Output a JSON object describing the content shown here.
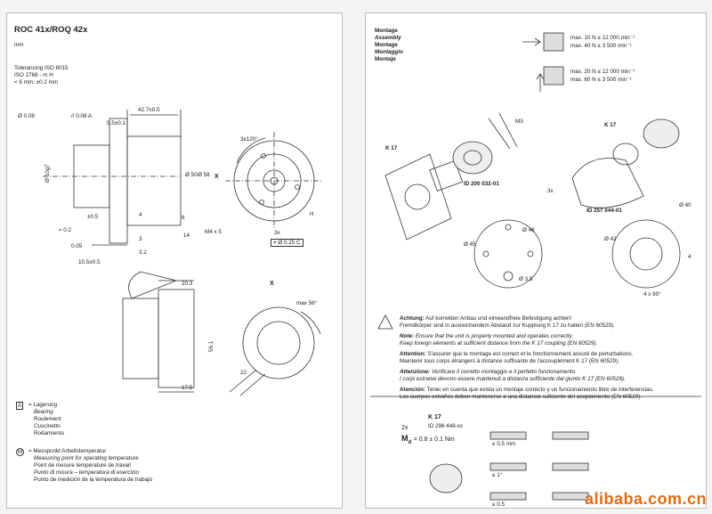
{
  "left": {
    "title": "ROC 41x/ROQ 42x",
    "unit": "mm",
    "tolerance": [
      "Tolerancing ISO 8015",
      "ISO 2768 - m H",
      "< 6 mm: ±0.2 mm"
    ],
    "dims_front": {
      "fc": "Ø 0.08",
      "parallel": "// 0.08 A",
      "d427": "42.7±0.5",
      "d95": "9.5±0.1",
      "dia10": "Ø 10g7",
      "d4": "4",
      "d3": "3",
      "d3b": "3.2",
      "d105": "10.5±0.5",
      "flat": "0.05",
      "tol": "±0.5",
      "grp": "≈ 0.2"
    },
    "dims_flange": {
      "ang": "3x120°",
      "d50": "Ø 50",
      "d58": "Ø 58",
      "m4": "M4 x 5",
      "d6": "6",
      "d14": "14",
      "pos": "⌖ Ø 0.25 C",
      "n3x": "3x",
      "x": "X"
    },
    "dims_side": {
      "x": "X",
      "d203": "20.3",
      "d561": "56.1",
      "d175": "17.5",
      "d22": "22",
      "ang2": "max 56°",
      "h": "H"
    },
    "legend_a": {
      "symbol": "A",
      "lines": [
        "= Lagerung",
        "Bearing",
        "Roulement",
        "Cuscinetto",
        "Rodamiento"
      ]
    },
    "legend_b": {
      "symbol": "M",
      "lines": [
        "= Messpunkt Arbeitstemperatur",
        "Measuring point for operating temperature",
        "Point de mesure température de travail",
        "Punto di misura – temperatura di esercizio",
        "Punto de medición de la temperatura de trabajo"
      ]
    }
  },
  "right": {
    "heading": [
      "Montage",
      "Assembly",
      "Montage",
      "Montaggio",
      "Montaje"
    ],
    "force1": [
      "max. 10 N  ≤ 12 000 min⁻¹",
      "max. 40 N  ≤ 3 500 min⁻¹"
    ],
    "force2": [
      "max. 20 N  ≤ 12 000 min⁻¹",
      "max. 60 N  ≤ 3 500 min⁻¹"
    ],
    "labels": {
      "k17a": "K 17",
      "k17b": "K 17",
      "m3": "M3",
      "id1": "ID 200 032-01",
      "id2": "ID 257 044-01",
      "d3x": "3x",
      "d45": "Ø 45",
      "d48": "Ø 48",
      "d35": "Ø 3.5",
      "d40": "Ø 40",
      "d42": "Ø 42",
      "d4x": "4 x 90°",
      "d4b": "4"
    },
    "warnings": [
      {
        "head": "Achtung:",
        "text": "Auf korrekten Anbau und einwandfreie Befestigung achten!"
      },
      {
        "head": "",
        "text": "Fremdkörper sind in ausreichendem Abstand zur Kupplung K 17 zu halten (EN 60529)."
      },
      {
        "head": "Note:",
        "text": "Ensure that the unit is properly mounted and operates correctly."
      },
      {
        "head": "",
        "text": "Keep foreign elements at sufficient distance from the K 17 coupling (EN 60529)."
      },
      {
        "head": "Attention:",
        "text": "S'assurer que le montage est correct et le fonctionnement assuré de perturbations."
      },
      {
        "head": "",
        "text": "Maintenir tous corps étrangers à distance suffisante de l'accouplement K 17 (EN 60529)."
      },
      {
        "head": "Attenzione:",
        "text": "Verificare il corretto montaggio e il perfetto funzionamento."
      },
      {
        "head": "",
        "text": "I corpi estranei devono essere mantenuti a distanza sufficiente dal giunto K 17 (EN 60529)."
      },
      {
        "head": "Atención:",
        "text": "Tener en cuenta que exista un montaje correcto y un funcionamiento libre de interferencias."
      },
      {
        "head": "",
        "text": "Los cuerpos extraños deben mantenerse a una distancia suficiente del acoplamiento (EN 60529)."
      }
    ],
    "coupling": {
      "title": "K 17",
      "id": "ID 296 448-xx",
      "n2x": "2x",
      "md": "M",
      "md_sub": "d",
      "md_val": "= 0.8 ± 0.1 Nm",
      "d05": "≤ 0.5 mm",
      "ang1": "≤ 1°",
      "d05b": "≤ 0.5"
    }
  },
  "watermark": "alibaba.com.cn"
}
